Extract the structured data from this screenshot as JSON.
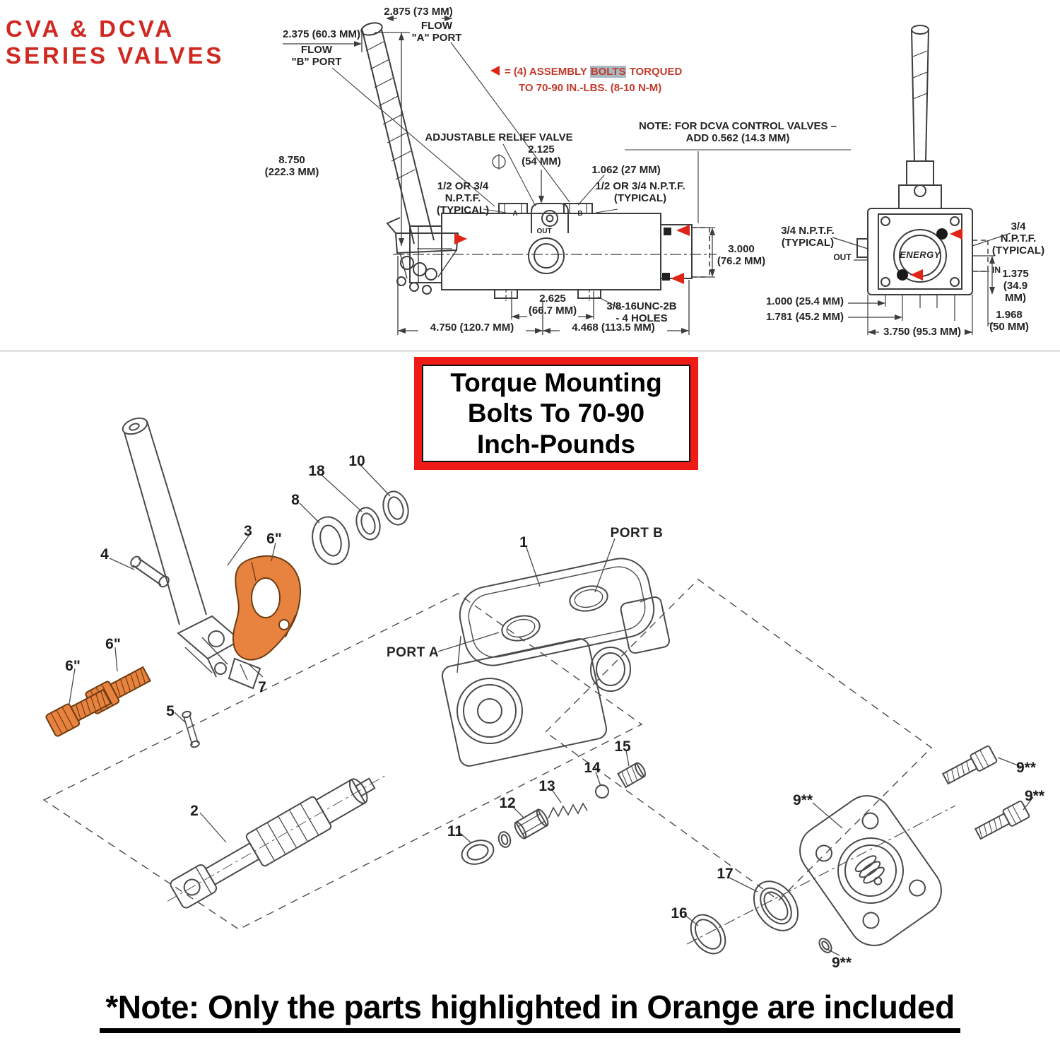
{
  "colors": {
    "brand_red": "#cf2921",
    "note_red": "#c23a2b",
    "arrow_red": "#e02417",
    "part_highlight_orange": "#e8833f",
    "bolts_text_highlight": "#a9b7c1",
    "torque_box_border_red": "#ee1b17",
    "drawing_line_gray": "#3d3d3d"
  },
  "icons": {
    "assembly_arrow": "left-filled-triangle",
    "bolt_marker_arrows": "left-filled-triangle"
  },
  "header": {
    "title_line1": "CVA & DCVA",
    "title_line2": "SERIES VALVES"
  },
  "side_view": {
    "dims": {
      "d2375": "2.375 (60.3 MM)",
      "d2875": "2.875 (73 MM)",
      "flow_a": "FLOW\n\"A\" PORT",
      "flow_b": "FLOW\n\"B\" PORT",
      "assembly_prefix": "= (4) ASSEMBLY ",
      "assembly_highlight": "BOLTS",
      "assembly_suffix": " TORQUED",
      "assembly_line2": "TO 70-90 IN.-LBS. (8-10 N-M)",
      "relief": "ADJUSTABLE RELIEF VALVE",
      "dcva_note": "NOTE: FOR DCVA CONTROL VALVES –\nADD 0.562 (14.3 MM)",
      "d8750": "8.750\n(222.3 MM)",
      "d2125": "2.125\n(54 MM)",
      "d1062": "1.062 (27 MM)",
      "nptf_left": "1/2 OR 3/4\nN.P.T.F.\n(TYPICAL)",
      "nptf_right": "1/2 OR 3/4 N.P.T.F.\n(TYPICAL)",
      "d3000": "3.000\n(76.2 MM)",
      "d2625": "2.625\n(66.7 MM)",
      "thread_spec": "3/8-16UNC-2B\n- 4 HOLES",
      "d4750": "4.750 (120.7 MM)",
      "d4468": "4.468 (113.5 MM)",
      "mark_a": "A",
      "mark_b": "B",
      "mark_out": "OUT"
    }
  },
  "end_view": {
    "dims": {
      "nptf_left": "3/4 N.P.T.F.\n(TYPICAL)",
      "nptf_right": "3/4 N.P.T.F.\n(TYPICAL)",
      "out": "OUT",
      "in": "IN",
      "energy": "ENERGY",
      "d1375": "1.375\n(34.9 MM)",
      "d1000": "1.000 (25.4 MM)",
      "d1781": "1.781 (45.2 MM)",
      "d3750": "3.750 (95.3 MM)",
      "d1968": "1.968\n(50 MM)"
    }
  },
  "torque_box": {
    "line1": "Torque Mounting",
    "line2": "Bolts To 70-90",
    "line3": "Inch-Pounds"
  },
  "exploded_view": {
    "port_a": "PORT A",
    "port_b": "PORT B",
    "callouts": [
      "18",
      "10",
      "8",
      "3",
      "6\"",
      "4",
      "1",
      "6\"",
      "6\"",
      "7",
      "5",
      "2",
      "11",
      "12",
      "13",
      "14",
      "15",
      "16",
      "17",
      "9**",
      "9**",
      "9**",
      "9**"
    ]
  },
  "footer_note": "*Note: Only the parts highlighted in Orange are included"
}
